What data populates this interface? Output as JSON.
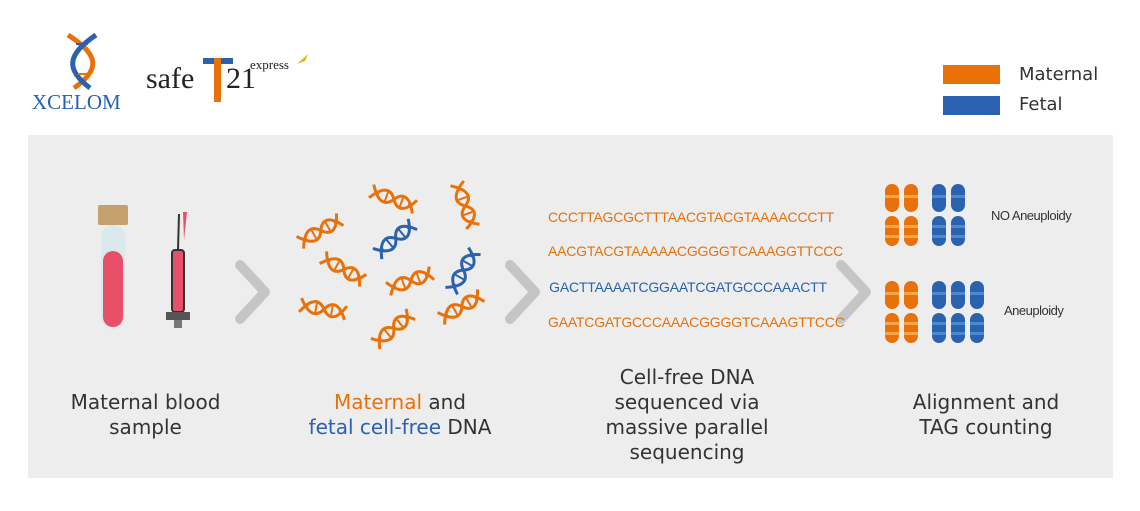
{
  "brand": {
    "xcelom": "XCELOM",
    "safe": "safe",
    "t21": "21",
    "express": "express"
  },
  "legend": {
    "maternal": "Maternal",
    "fetal": "Fetal",
    "maternal_color": "#e8710a",
    "fetal_color": "#2a62b0"
  },
  "steps": {
    "step1": "Maternal blood sample",
    "step2_maternal": "Maternal",
    "step2_and": " and",
    "step2_fetal": "fetal cell-free",
    "step2_dna": " DNA",
    "step3": "Cell-free DNA sequenced via massive parallel sequencing",
    "step4": "Alignment and TAG counting"
  },
  "sequences": [
    {
      "text": "CCCTTAGCGCTTTAACGTACGTAAAACCCTT",
      "type": "maternal"
    },
    {
      "text": "AACGTACGTAAAAACGGGGTCAAAGGTTCCC",
      "type": "maternal"
    },
    {
      "text": "GACTTAAAATCGGAATCGATGCCCAAACTT",
      "type": "fetal"
    },
    {
      "text": "GAATCGATGCCCAAACGGGGTCAAAGTTCCC",
      "type": "maternal"
    }
  ],
  "outcomes": {
    "normal": "NO Aneuploidy",
    "abnormal": "Aneuploidy"
  }
}
